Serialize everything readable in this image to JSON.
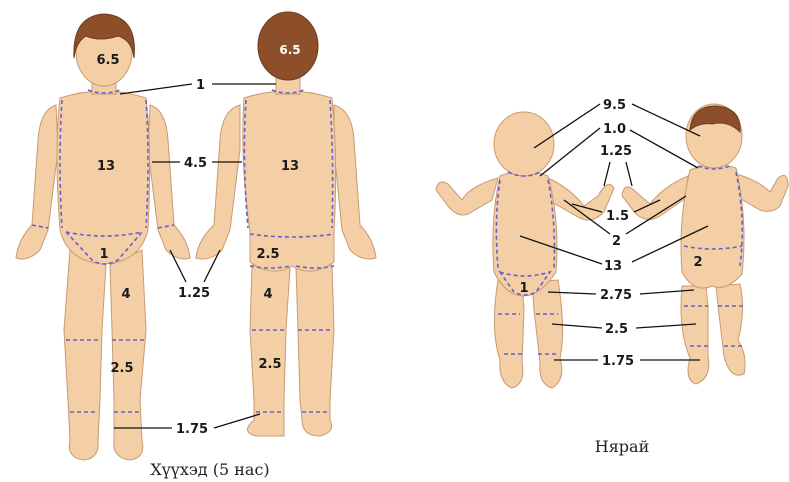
{
  "child": {
    "caption": "Хүүхэд (5 нас)",
    "head_front": "6.5",
    "head_back": "6.5",
    "neck": "1",
    "trunk_front": "13",
    "trunk_back": "13",
    "upper_arm": "4.5",
    "genitals": "1",
    "buttocks": "2.5",
    "hand": "1.25",
    "thigh_front": "4",
    "thigh_back": "4",
    "leg_front": "2.5",
    "leg_back": "2.5",
    "foot": "1.75"
  },
  "infant": {
    "caption": "Нярай",
    "head": "9.5",
    "neck": "1.0",
    "hand": "1.25",
    "forearm": "1.5",
    "upper_arm": "2",
    "buttocks": "2",
    "trunk": "13",
    "genitals": "1",
    "thigh": "2.75",
    "leg": "2.5",
    "foot": "1.75"
  },
  "colors": {
    "skin": "#f4cfa6",
    "hair": "#8c4f2a",
    "segment_line": "#6a5fc9"
  }
}
